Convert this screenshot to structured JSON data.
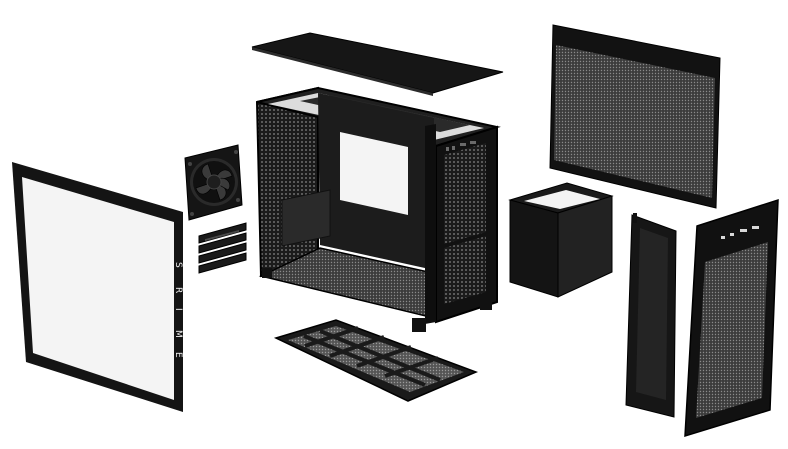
{
  "side_panel": {
    "lettering": [
      "S",
      "R",
      "I",
      "M",
      "E"
    ]
  },
  "colors": {
    "panel_black": "#141414",
    "glass": "#f4f4f4",
    "mesh": "#5a5a5a",
    "frame_shadow": "#2a2a2a"
  }
}
